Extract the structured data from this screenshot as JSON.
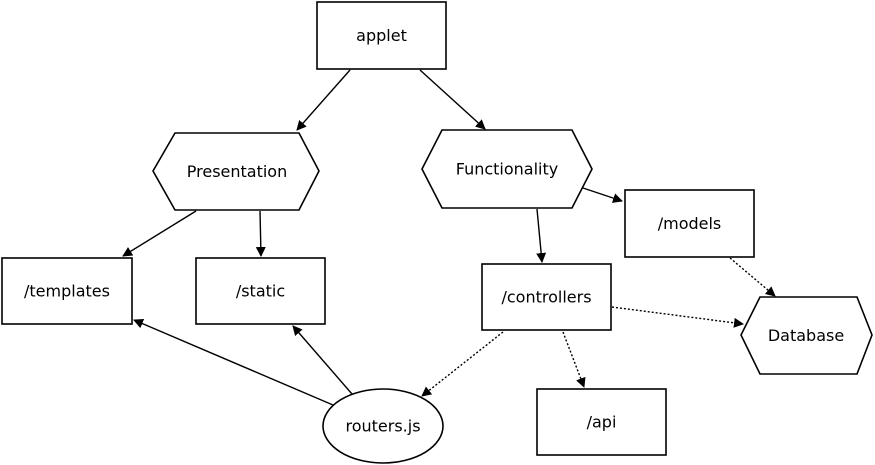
{
  "nodes": {
    "applet": "applet",
    "presentation": "Presentation",
    "functionality": "Functionality",
    "templates": "/templates",
    "static": "/static",
    "models": "/models",
    "controllers": "/controllers",
    "database": "Database",
    "routers": "routers.js",
    "api": "/api"
  },
  "edges": [
    {
      "from": "applet",
      "to": "presentation",
      "style": "solid"
    },
    {
      "from": "applet",
      "to": "functionality",
      "style": "solid"
    },
    {
      "from": "presentation",
      "to": "templates",
      "style": "solid"
    },
    {
      "from": "presentation",
      "to": "static",
      "style": "solid"
    },
    {
      "from": "functionality",
      "to": "models",
      "style": "solid"
    },
    {
      "from": "functionality",
      "to": "controllers",
      "style": "solid"
    },
    {
      "from": "models",
      "to": "database",
      "style": "dotted"
    },
    {
      "from": "controllers",
      "to": "database",
      "style": "dotted"
    },
    {
      "from": "controllers",
      "to": "routers",
      "style": "dotted"
    },
    {
      "from": "controllers",
      "to": "api",
      "style": "dotted"
    },
    {
      "from": "routers",
      "to": "templates",
      "style": "solid"
    },
    {
      "from": "routers",
      "to": "static",
      "style": "solid"
    }
  ]
}
